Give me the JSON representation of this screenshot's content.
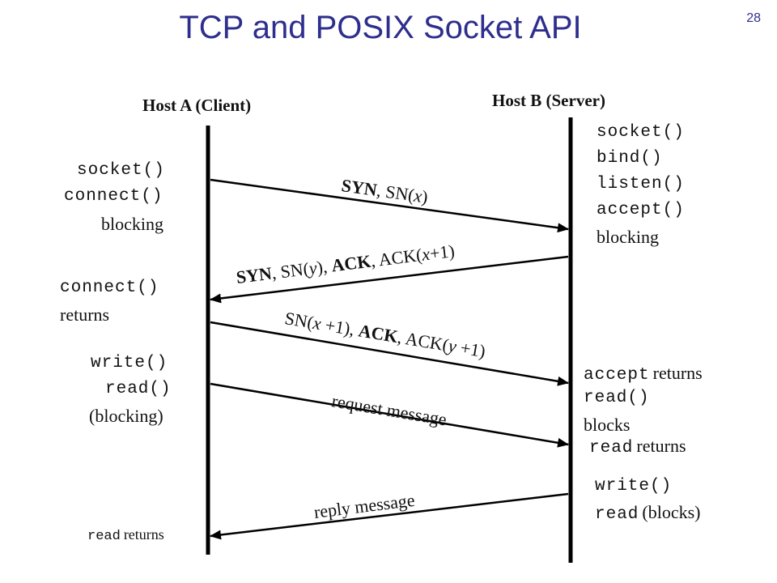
{
  "title": "TCP and POSIX Socket API",
  "page_number": "28",
  "hosts": {
    "client": "Host A (Client)",
    "server": "Host B (Server)"
  },
  "client_calls": {
    "socket": "socket()",
    "connect": "connect()",
    "blocking": "blocking",
    "connect_returns_code": "connect()",
    "connect_returns_text": "returns",
    "write": "write()",
    "read": "read()",
    "read_blocking": "(blocking)",
    "read_returns_code": "read",
    "read_returns_text": "returns"
  },
  "server_calls": {
    "socket": "socket()",
    "bind": "bind()",
    "listen": "listen()",
    "accept": "accept()",
    "blocking": "blocking",
    "accept_returns_code": "accept",
    "accept_returns_text": "returns",
    "read": "read()",
    "blocks": "blocks",
    "read_returns_code": "read",
    "read_returns_text": "returns",
    "write": "write()",
    "read2_code": "read",
    "read2_text": "(blocks)"
  },
  "messages": {
    "syn": {
      "syn": "SYN",
      "rest": ", SN(",
      "x": "x",
      "close": ")"
    },
    "synack": {
      "syn": "SYN",
      "sn": ", SN(",
      "y": "y",
      "mid": "), ",
      "ack": "ACK",
      "ackpart": ", ACK(",
      "x1": "x",
      "plus": "+1)"
    },
    "ack": {
      "sn": "SN(",
      "x": "x",
      "plus": " +1), ",
      "ack": "ACK",
      "ackpart": ", ACK(",
      "y": "y",
      "plus2": " +1)"
    },
    "request": "request message",
    "reply": "reply message"
  }
}
